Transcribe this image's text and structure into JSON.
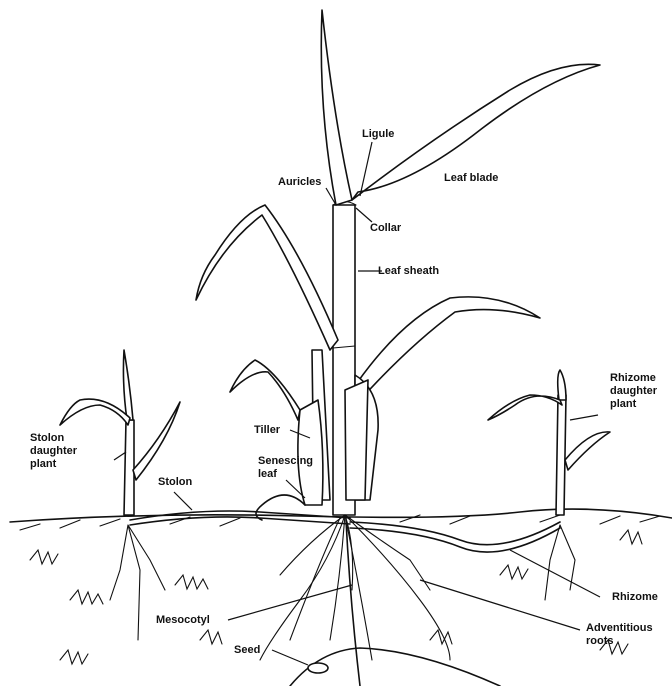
{
  "labels": {
    "ligule": "Ligule",
    "auricles": "Auricles",
    "leaf_blade": "Leaf blade",
    "collar": "Collar",
    "leaf_sheath": "Leaf sheath",
    "tiller": "Tiller",
    "senescing_leaf": [
      "Senescing",
      "leaf"
    ],
    "stolon": "Stolon",
    "stolon_daughter_plant": [
      "Stolon",
      "daughter",
      "plant"
    ],
    "rhizome_daughter_plant": [
      "Rhizome",
      "daughter",
      "plant"
    ],
    "rhizome": "Rhizome",
    "adventitious_roots": [
      "Adventitious",
      "roots"
    ],
    "mesocotyl": "Mesocotyl",
    "seed": "Seed"
  }
}
